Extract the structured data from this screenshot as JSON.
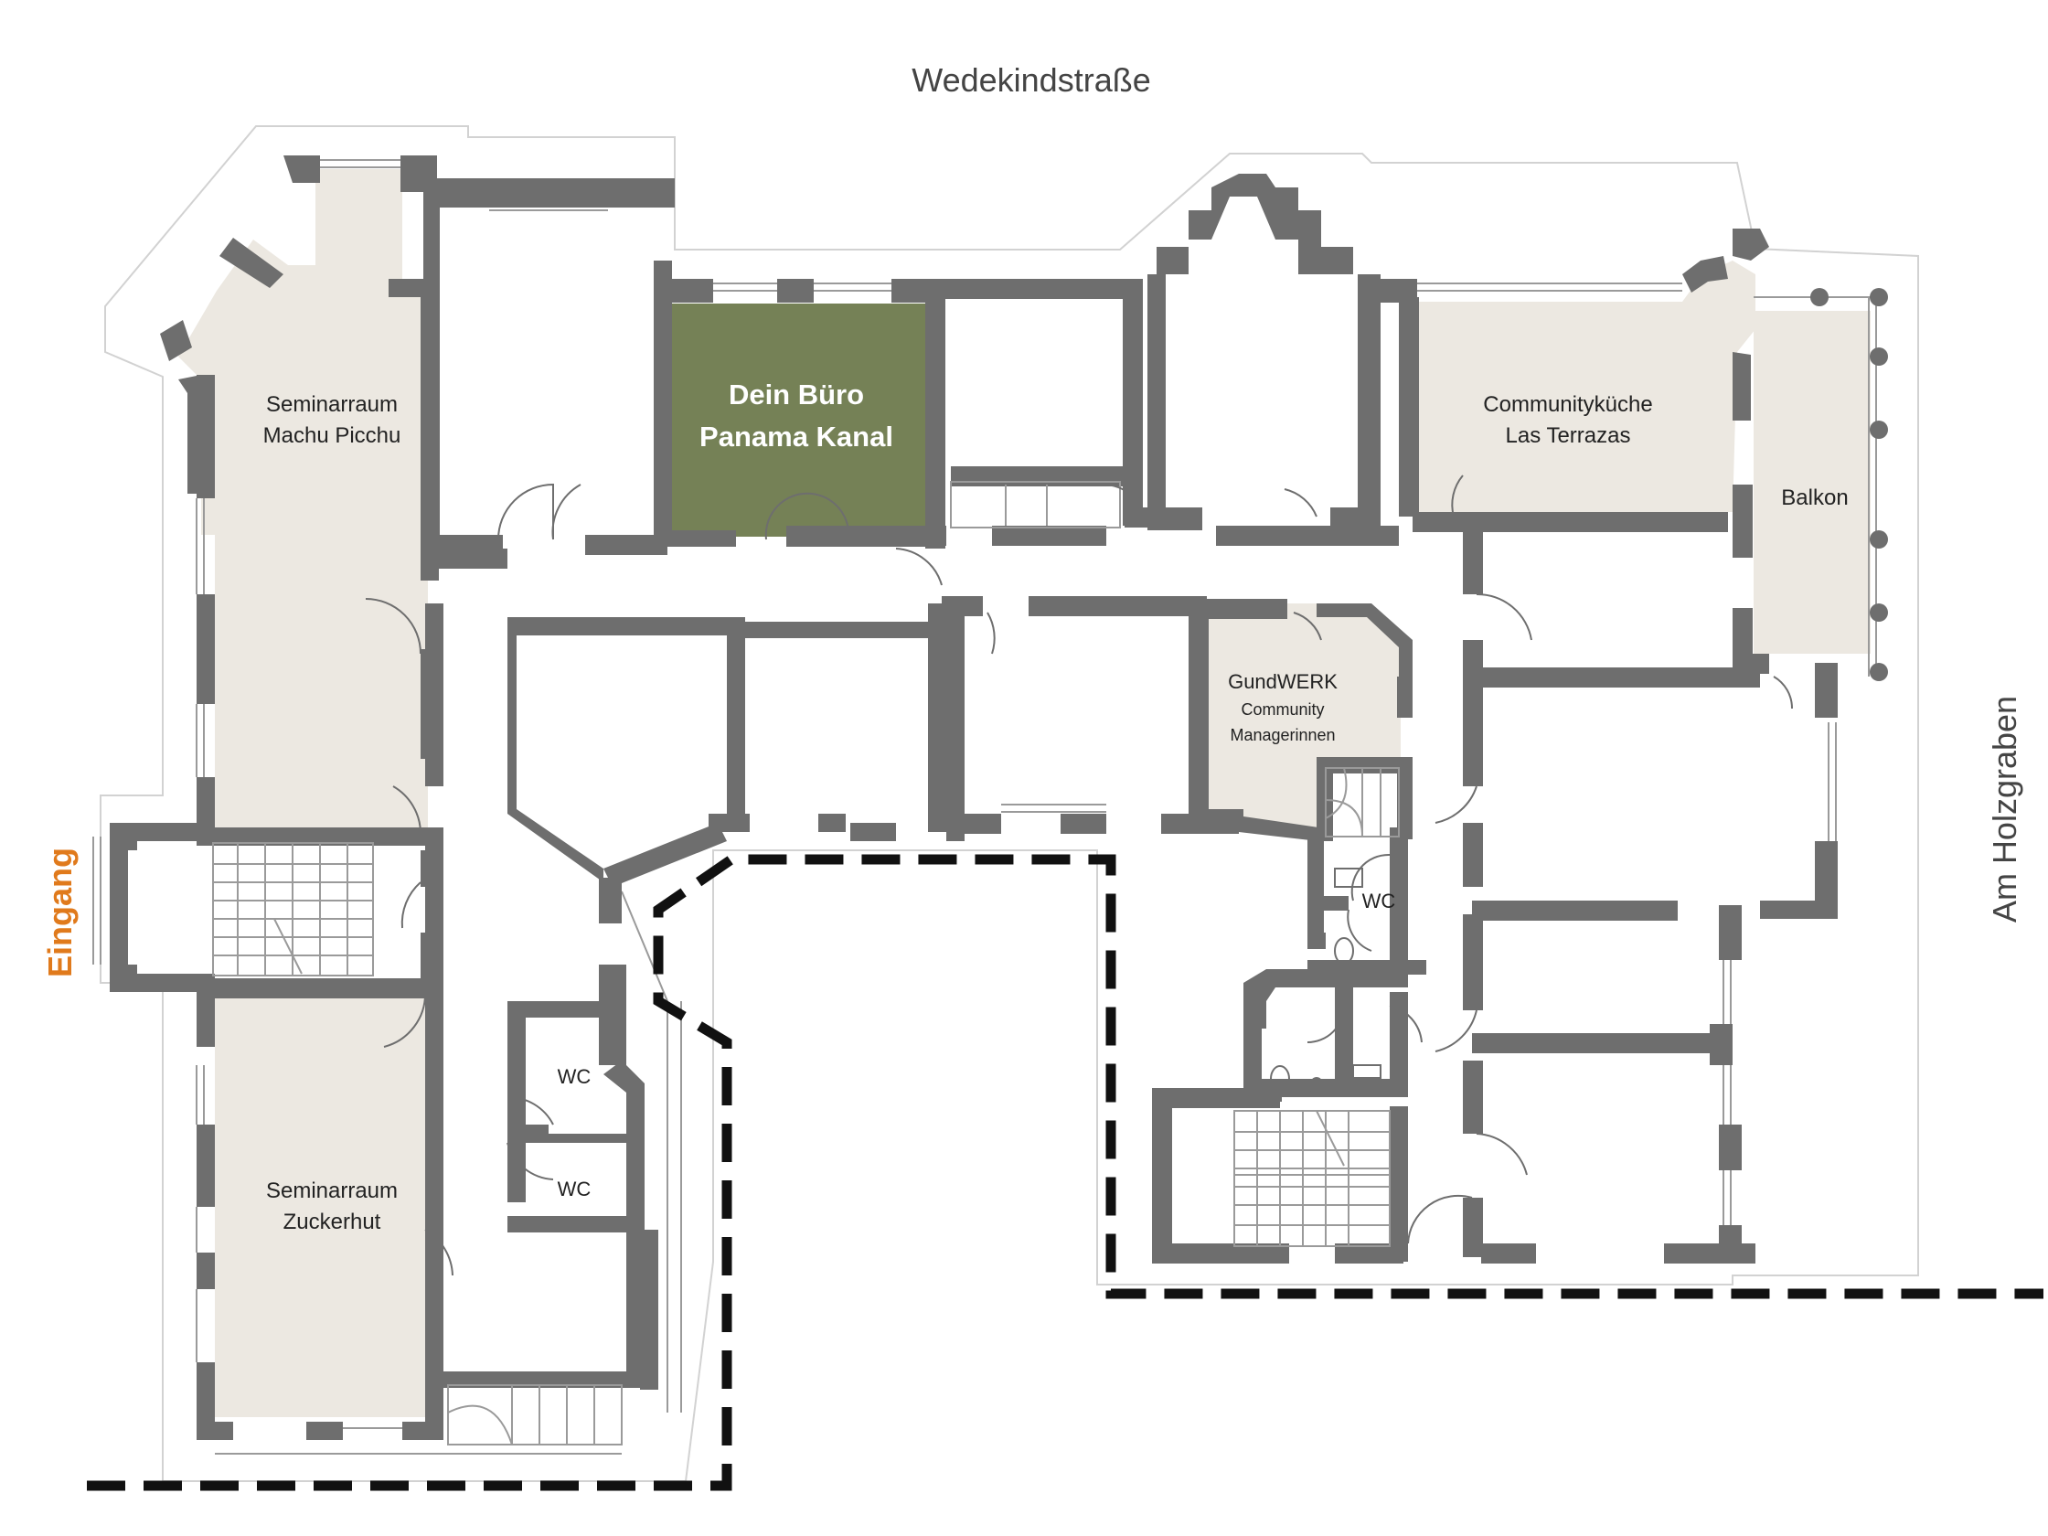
{
  "streets": {
    "north": "Wedekindstraße",
    "east": "Am Holzgraben",
    "entrance": "Eingang"
  },
  "rooms": {
    "machu_picchu": {
      "line1": "Seminarraum",
      "line2": "Machu Picchu"
    },
    "zuckerhut": {
      "line1": "Seminarraum",
      "line2": "Zuckerhut"
    },
    "office": {
      "line1": "Dein Büro",
      "line2": "Panama Kanal"
    },
    "kitchen": {
      "line1": "Communityküche",
      "line2": "Las Terrazas"
    },
    "balkon": {
      "label": "Balkon"
    },
    "gundwerk": {
      "line1": "GundWERK",
      "line2": "Community",
      "line3": "Managerinnen"
    },
    "wc_1": {
      "label": "WC"
    },
    "wc_2": {
      "label": "WC"
    },
    "wc_3": {
      "label": "WC"
    }
  },
  "colors": {
    "wall": "#6e6e6e",
    "room_fill": "#ece8e1",
    "office_fill": "#758156",
    "entrance_text": "#e07a1c",
    "street_text": "#444444",
    "boundary": "#111111"
  }
}
